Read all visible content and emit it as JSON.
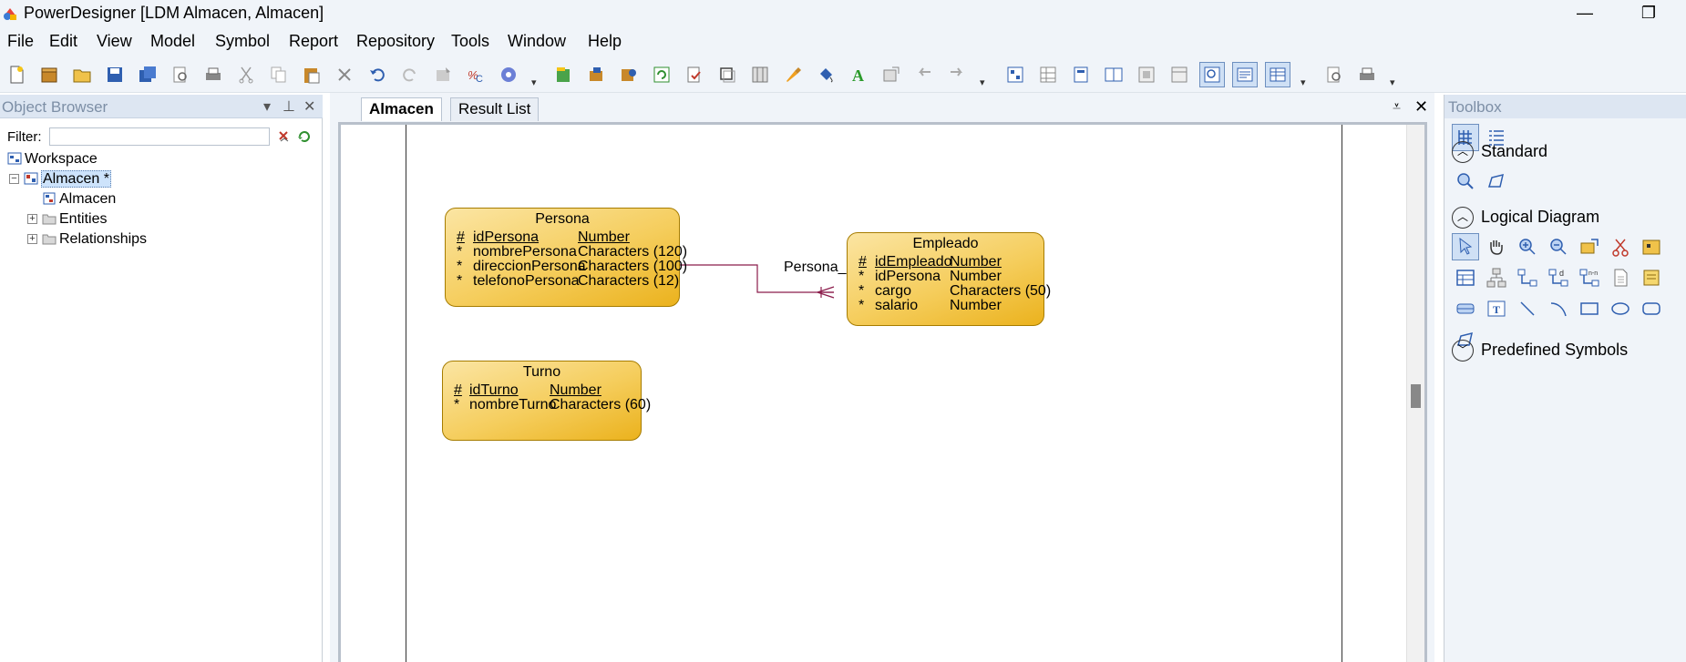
{
  "window": {
    "title": "PowerDesigner [LDM Almacen, Almacen]",
    "minimize_glyph": "—",
    "restore_glyph": "❐"
  },
  "menu": [
    "File",
    "Edit",
    "View",
    "Model",
    "Symbol",
    "Report",
    "Repository",
    "Tools",
    "Window",
    "Help"
  ],
  "object_browser": {
    "title": "Object Browser",
    "filter_label": "Filter:",
    "filter_value": "",
    "tree": {
      "workspace": "Workspace",
      "model": "Almacen *",
      "diagram": "Almacen",
      "entities": "Entities",
      "relationships": "Relationships"
    }
  },
  "tabs": {
    "active": "Almacen",
    "inactive": "Result List"
  },
  "diagram": {
    "relationship_label": "Persona_Empleado",
    "entities": {
      "persona": {
        "name": "Persona",
        "attributes": [
          {
            "marker": "#",
            "name": "idPersona",
            "type": "Number",
            "identifier": true
          },
          {
            "marker": "*",
            "name": "nombrePersona",
            "type": "Characters (120)",
            "identifier": false
          },
          {
            "marker": "*",
            "name": "direccionPersona",
            "type": "Characters (100)",
            "identifier": false
          },
          {
            "marker": "*",
            "name": "telefonoPersona",
            "type": "Characters (12)",
            "identifier": false
          }
        ]
      },
      "empleado": {
        "name": "Empleado",
        "attributes": [
          {
            "marker": "#",
            "name": "idEmpleado",
            "type": "Number",
            "identifier": true
          },
          {
            "marker": "*",
            "name": "idPersona",
            "type": "Number",
            "identifier": false
          },
          {
            "marker": "*",
            "name": "cargo",
            "type": "Characters (50)",
            "identifier": false
          },
          {
            "marker": "*",
            "name": "salario",
            "type": "Number",
            "identifier": false
          }
        ]
      },
      "turno": {
        "name": "Turno",
        "attributes": [
          {
            "marker": "#",
            "name": "idTurno",
            "type": "Number",
            "identifier": true
          },
          {
            "marker": "*",
            "name": "nombreTurno",
            "type": "Characters (60)",
            "identifier": false
          }
        ]
      }
    }
  },
  "toolbox": {
    "title": "Toolbox",
    "sections": {
      "standard": {
        "label": "Standard",
        "state": "expanded"
      },
      "logical": {
        "label": "Logical Diagram",
        "state": "expanded"
      },
      "predefined": {
        "label": "Predefined Symbols",
        "state": "collapsed"
      }
    }
  },
  "colors": {
    "chrome": "#f0f4f9",
    "entity_fill": "#f5cd5c",
    "entity_border": "#a67c00",
    "relationship_line": "#8b1c4b"
  }
}
